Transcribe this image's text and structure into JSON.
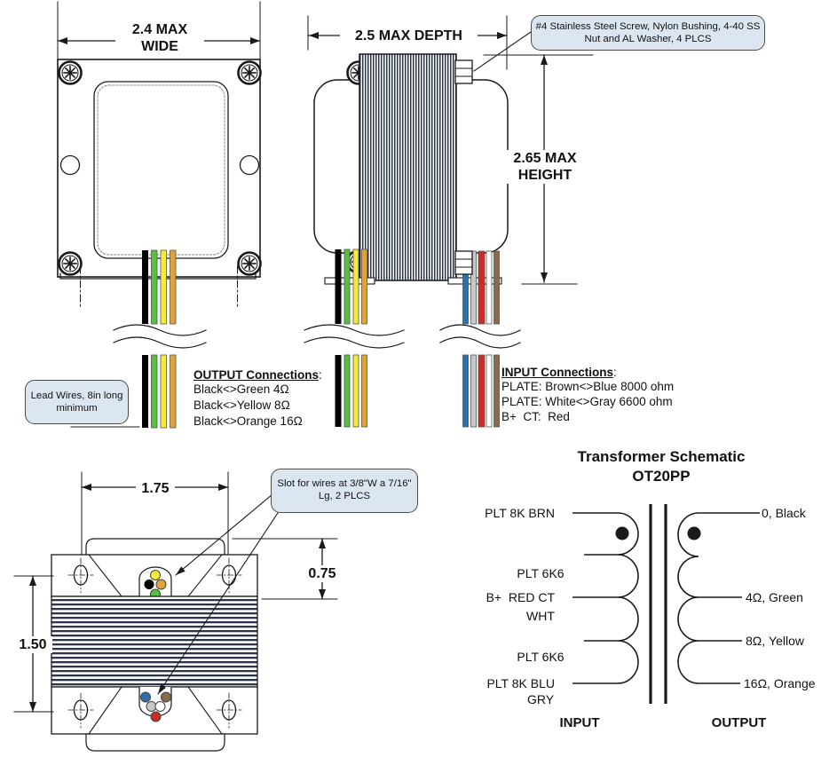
{
  "front_view": {
    "dim_width_line1": "2.4 MAX",
    "dim_width_line2": "WIDE"
  },
  "side_view": {
    "dim_depth": "2.5 MAX DEPTH",
    "dim_height_line1": "2.65 MAX",
    "dim_height_line2": "HEIGHT"
  },
  "bottom_view": {
    "dim_hole_spacing": "1.75",
    "dim_slot_offset": "0.75",
    "dim_hole_vertical": "1.50"
  },
  "callouts": {
    "screw_note_line1": "#4 Stainless Steel Screw, Nylon Bushing, 4-40 SS",
    "screw_note_line2": "Nut and AL Washer, 4 PLCS",
    "lead_wires_line1": "Lead Wires, 8in long",
    "lead_wires_line2": "minimum",
    "slot_note_line1": "Slot for wires at 3/8\"W a 7/16\"",
    "slot_note_line2": "Lg, 2 PLCS"
  },
  "output_connections": {
    "title": "OUTPUT Connections",
    "title_suffix": ":",
    "lines": [
      "Black<>Green 4Ω",
      "Black<>Yellow 8Ω",
      "Black<>Orange 16Ω"
    ]
  },
  "input_connections": {
    "title": "INPUT Connections",
    "title_suffix": ":",
    "lines": [
      "PLATE: Brown<>Blue 8000 ohm",
      "PLATE: White<>Gray 6600 ohm",
      "B+  CT:  Red"
    ]
  },
  "schematic": {
    "title_line1": "Transformer Schematic",
    "title_line2": "OT20PP",
    "tap_brn": "PLT 8K BRN",
    "tap_wht_line1": "PLT 6K6",
    "tap_wht_line2": "WHT",
    "tap_bplus": "B+  RED CT",
    "tap_gry_line1": "PLT 6K6",
    "tap_gry_line2": "GRY",
    "tap_blu": "PLT 8K BLU",
    "tap_0": "0, Black",
    "tap_4": "4Ω, Green",
    "tap_8": "8Ω, Yellow",
    "tap_16": "16Ω, Orange",
    "input_caption": "INPUT",
    "output_caption": "OUTPUT"
  },
  "colors": {
    "wire_black": "#000000",
    "wire_green": "#55C13F",
    "wire_yellow": "#F5EB3B",
    "wire_orange": "#DFA33C",
    "wire_blue": "#2E6FA8",
    "wire_gray": "#C8C8C8",
    "wire_red": "#CE2B24",
    "wire_white": "#FFFFFF",
    "wire_brown": "#8A6A48",
    "callout_bg": "#DCE6F1",
    "lamination": "#2B3648"
  }
}
